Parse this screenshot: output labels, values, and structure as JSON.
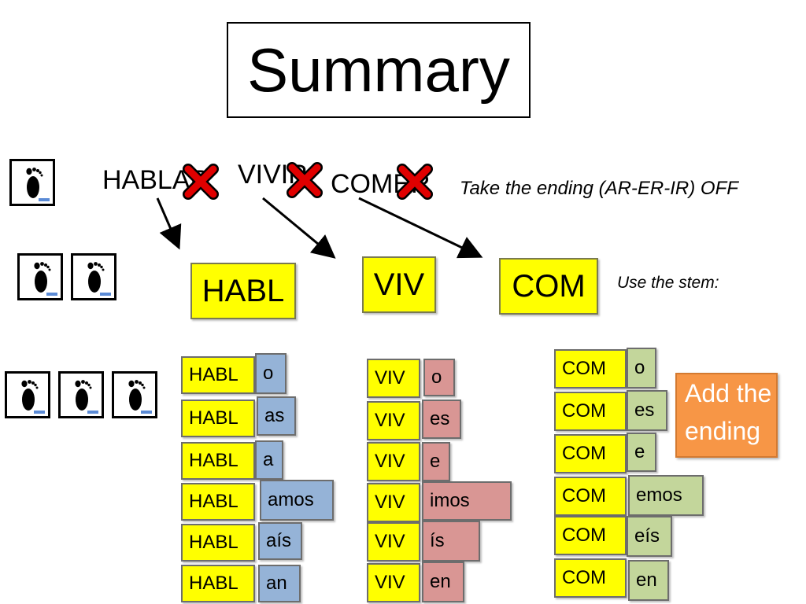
{
  "title": "Summary",
  "infinitives": [
    {
      "text": "HABLAR"
    },
    {
      "text": "VIVIR"
    },
    {
      "text": "COMER"
    }
  ],
  "step1_instruction": "Take the ending (AR-ER-IR) OFF",
  "step2_instruction": "Use the stem:",
  "stems": [
    "HABL",
    "VIV",
    "COM"
  ],
  "step3_note": [
    "Add the",
    "ending"
  ],
  "conjugations": {
    "ar": {
      "stem": "HABL",
      "endings": [
        "o",
        "as",
        "a",
        "amos",
        "aís",
        "an"
      ]
    },
    "ir": {
      "stem": "VIV",
      "endings": [
        "o",
        "es",
        "e",
        "imos",
        "ís",
        "en"
      ]
    },
    "er": {
      "stem": "COM",
      "endings": [
        "o",
        "es",
        "e",
        "emos",
        "eís",
        "en"
      ]
    }
  },
  "colors": {
    "stem": "#ffff00",
    "ar_ending": "#95b3d7",
    "ir_ending": "#d99694",
    "er_ending": "#c3d69b",
    "note": "#f79646",
    "cross": "#e00000"
  },
  "icons": [
    "footprint-icon",
    "cross-icon",
    "arrow-icon"
  ]
}
